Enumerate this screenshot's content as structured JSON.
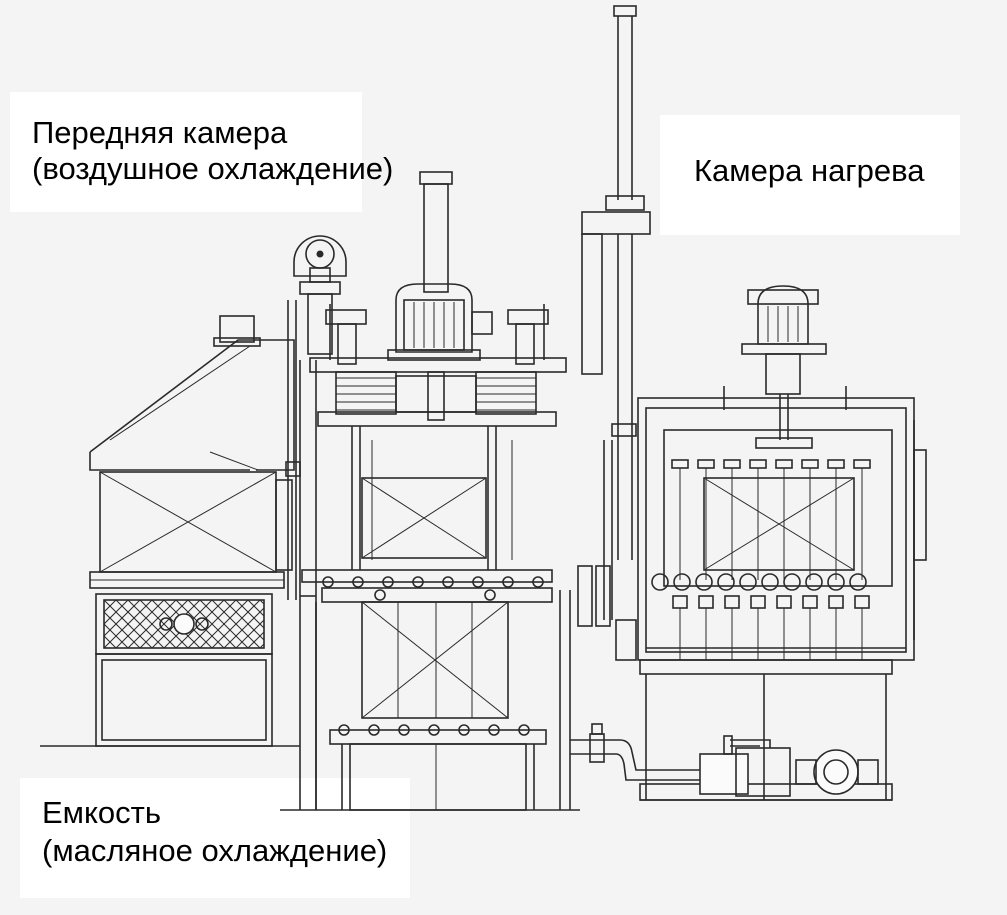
{
  "labels": {
    "front_chamber_line1": "Передняя камера",
    "front_chamber_line2": "(воздушное охлаждение)",
    "heating_chamber": "Камера нагрева",
    "tank_line1": "Емкость",
    "tank_line2": "(масляное охлаждение)"
  },
  "colors": {
    "line": "#2a2a2a",
    "label_background": "#ffffff",
    "page_background": "#f4f4f4"
  }
}
